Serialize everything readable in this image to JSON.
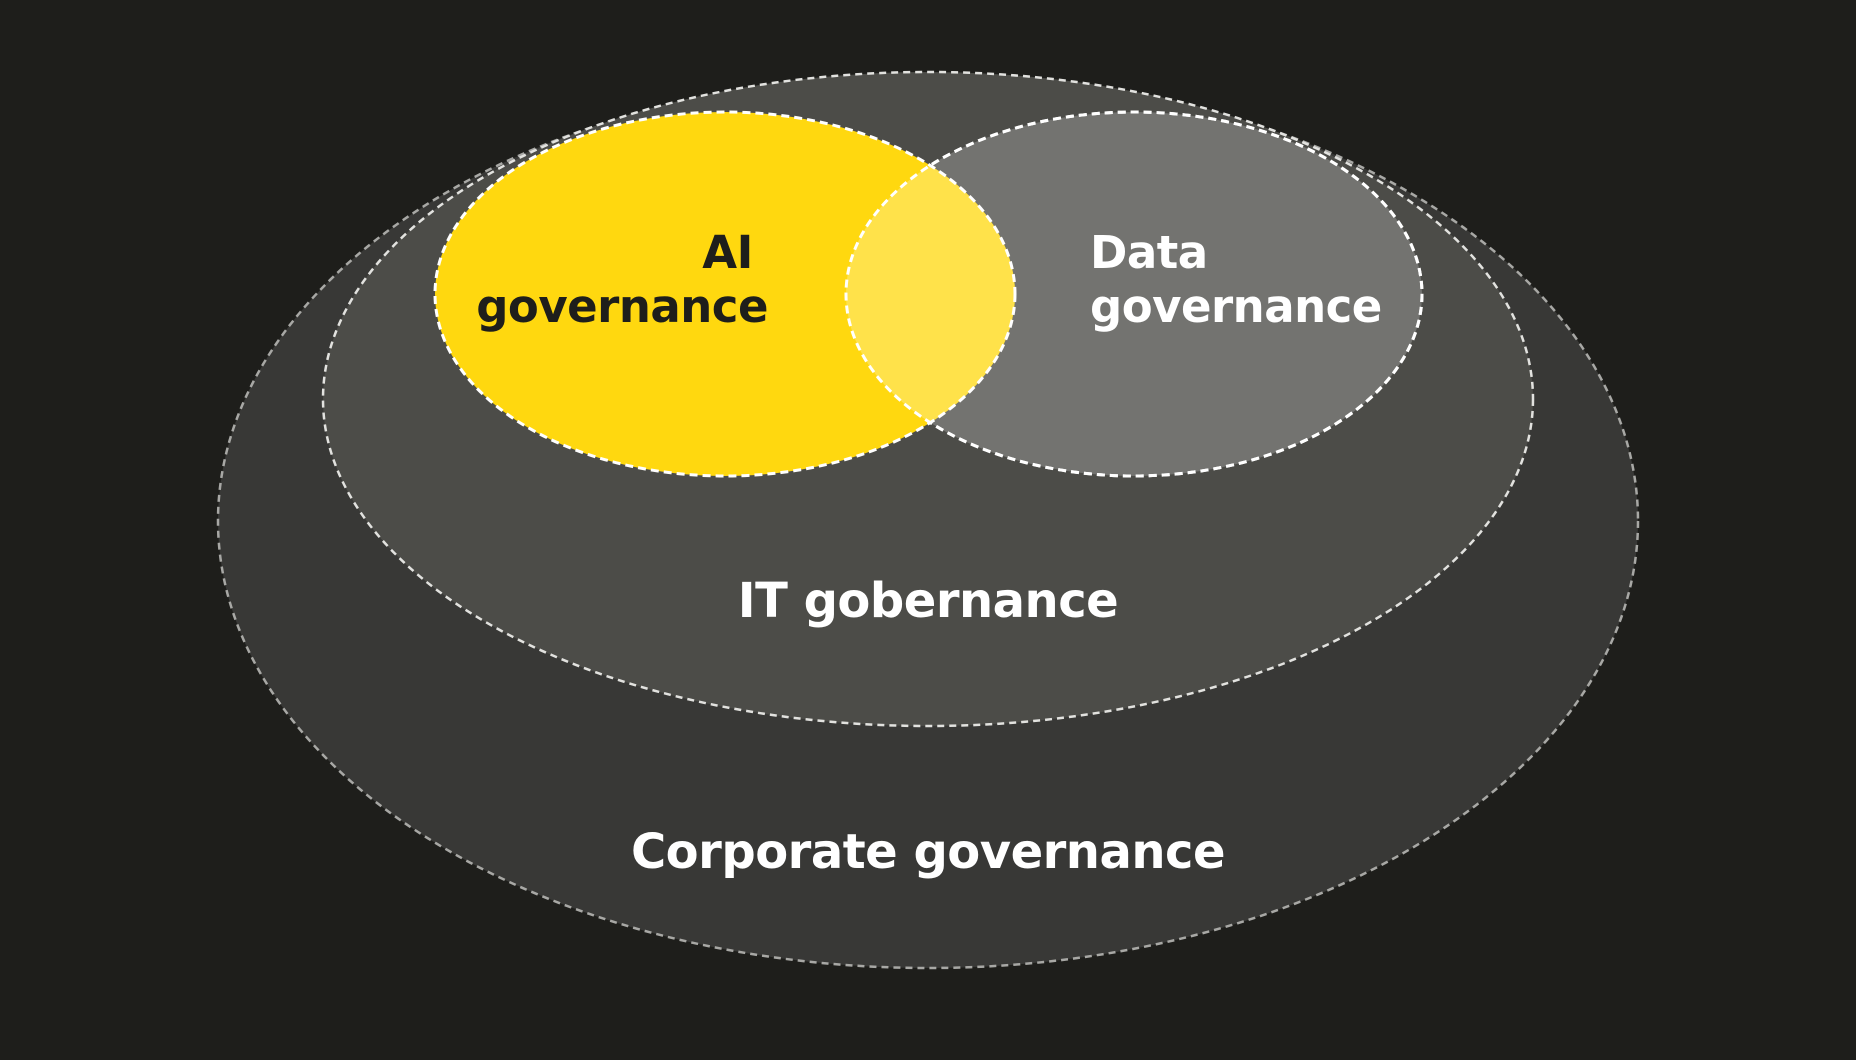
{
  "background": "#1e1e1b",
  "regions": {
    "corporate": {
      "label": "Corporate governance",
      "fill": "#383836",
      "stroke": "#a8a8a5"
    },
    "it": {
      "label": "IT gobernance",
      "fill": "#4c4c48",
      "stroke": "#e2e2df"
    },
    "data": {
      "label_line1": "Data",
      "label_line2": "governance",
      "fill": "#737370",
      "stroke": "#ffffff"
    },
    "ai": {
      "label_line1": "AI",
      "label_line2": "governance",
      "fill": "#ffd80f",
      "stroke": "#ffffff"
    },
    "overlap_fill": "#ffe24a"
  },
  "label_colors": {
    "light": "#ffffff",
    "dark": "#1e1e1b"
  }
}
